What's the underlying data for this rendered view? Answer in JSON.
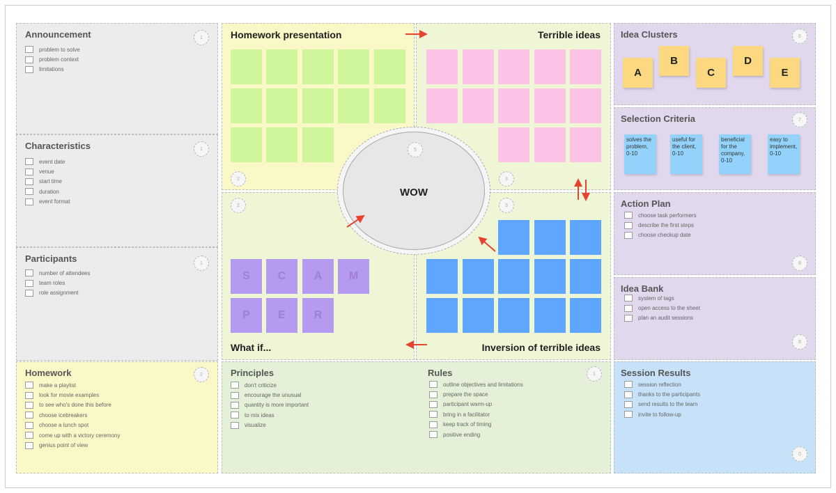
{
  "announcement": {
    "title": "Announcement",
    "badge": "1",
    "items": [
      "problem to solve",
      "problem context",
      "limitations"
    ]
  },
  "characteristics": {
    "title": "Characteristics",
    "badge": "1",
    "items": [
      "event date",
      "venue",
      "start time",
      "duration",
      "event format"
    ]
  },
  "participants": {
    "title": "Participants",
    "badge": "1",
    "items": [
      "number of attendees",
      "team roles",
      "role assignment"
    ]
  },
  "homework": {
    "title": "Homework",
    "badge": "2",
    "items": [
      "make a playlist",
      "look for movie examples",
      "to see who's done this before",
      "choose icebreakers",
      "choose a lunch spot",
      "come up with a victory ceremony",
      "genius point of view"
    ]
  },
  "homework_presentation": {
    "title": "Homework presentation",
    "badge": "2"
  },
  "terrible_ideas": {
    "title": "Terrible ideas",
    "badge": "3"
  },
  "what_if": {
    "title": "What if...",
    "badge": "2",
    "scamper": [
      "S",
      "C",
      "A",
      "M",
      "P",
      "E",
      "R"
    ]
  },
  "inversion": {
    "title": "Inversion of terrible ideas",
    "badge": "3"
  },
  "center": {
    "label": "WOW",
    "badge": "5"
  },
  "idea_clusters": {
    "title": "Idea Clusters",
    "badge": "6",
    "notes": [
      "A",
      "B",
      "C",
      "D",
      "E"
    ]
  },
  "selection_criteria": {
    "title": "Selection Criteria",
    "badge": "7",
    "notes": [
      "solves the problem, 0-10",
      "useful for the client, 0-10",
      "beneficial for the company, 0-10",
      "easy to implement, 0-10"
    ]
  },
  "action_plan": {
    "title": "Action Plan",
    "badge": "8",
    "items": [
      "choose task performers",
      "describe the first steps",
      "choose checkup date"
    ]
  },
  "idea_bank": {
    "title": "Idea Bank",
    "badge": "8",
    "items": [
      "system of tags",
      "open access to the sheet",
      "plan an audit sessions"
    ]
  },
  "principles": {
    "title": "Principles",
    "items": [
      "don't criticize",
      "encourage the unusual",
      "quantity is more important",
      "to mix ideas",
      "visualize"
    ]
  },
  "rules": {
    "title": "Rules",
    "badge": "1",
    "items": [
      "outline objectives and limitations",
      "prepare the space",
      "participant warm-up",
      "bring in a facilitator",
      "keep track of timing",
      "positive ending"
    ]
  },
  "session_results": {
    "title": "Session Results",
    "badge": "0",
    "items": [
      "session reflection",
      "thanks to the participants",
      "send results to the team",
      "invite to follow-up"
    ]
  },
  "colors": {
    "arrow": "#e8432e",
    "green_note": "#cff69a",
    "pink_note": "#fdc3e6",
    "blue_note": "#5ea6ff",
    "purple_note": "#b69af0",
    "cluster_note": "#fcd981",
    "criteria_note": "#93d3fb"
  }
}
